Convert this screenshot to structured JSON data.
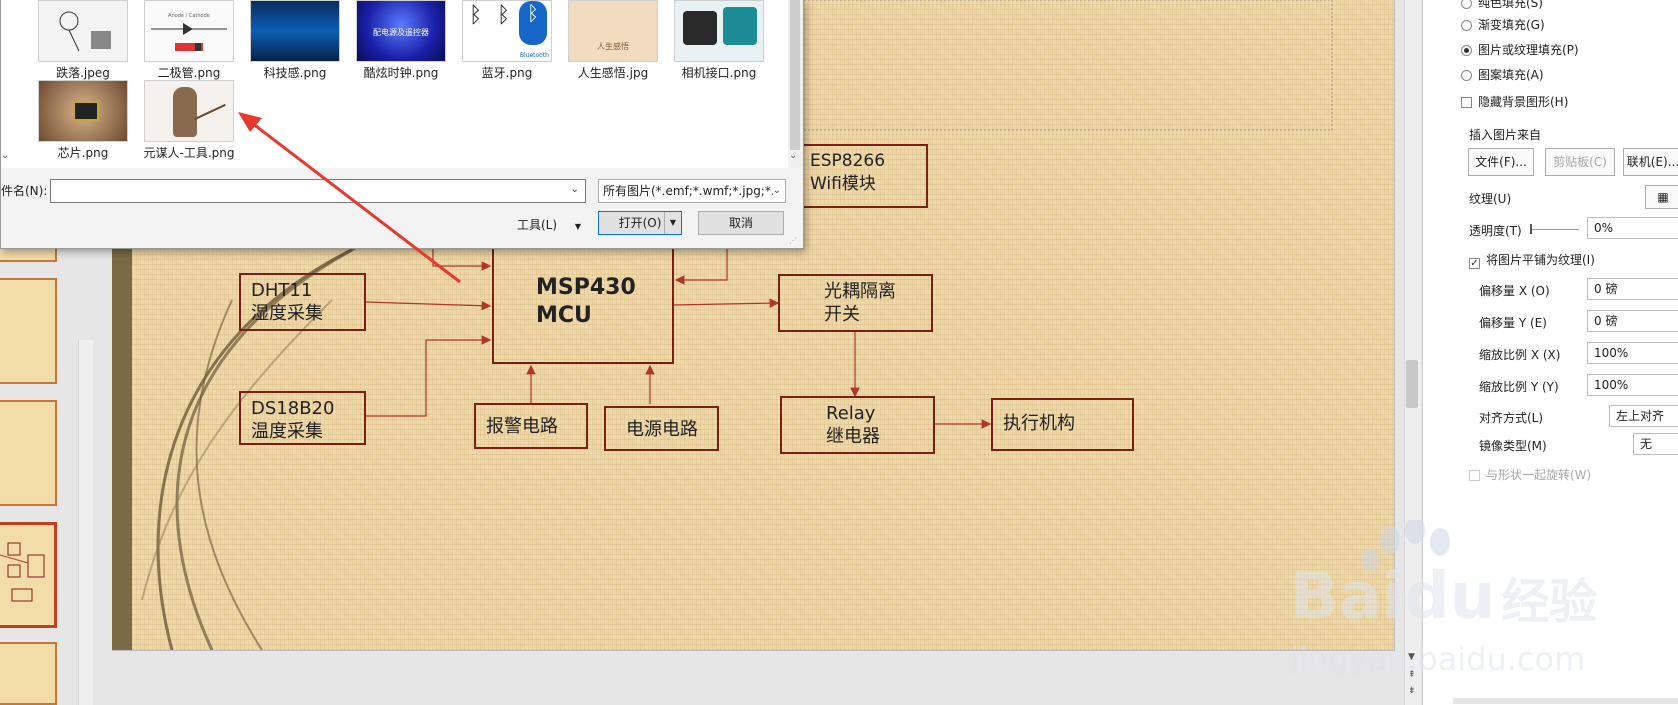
{
  "dialog": {
    "files": [
      {
        "name": "跌落.jpeg"
      },
      {
        "name": "二极管.png",
        "caption_small": "Anode / Cathode"
      },
      {
        "name": "科技感.png"
      },
      {
        "name": "酷炫时钟.png",
        "caption_small": "配电源及遥控器"
      },
      {
        "name": "蓝牙.png",
        "caption_small": "Bluetooth"
      },
      {
        "name": "人生感悟.jpg",
        "caption_small": "人生感悟"
      },
      {
        "name": "相机接口.png"
      },
      {
        "name": "芯片.png"
      },
      {
        "name": "元谋人-工具.png"
      }
    ],
    "filename_label": "件名(N):",
    "filename_value": "",
    "filetype_value": "所有图片(*.emf;*.wmf;*.jpg;*.j",
    "tools_label": "工具(L)",
    "open_label": "打开(O)",
    "cancel_label": "取消"
  },
  "slide": {
    "boxes": {
      "esp": [
        "ESP8266",
        "Wifi模块"
      ],
      "mcu": [
        "MSP430",
        "MCU"
      ],
      "dht": [
        "DHT11",
        "湿度采集"
      ],
      "ds": [
        "DS18B20",
        "温度采集"
      ],
      "opto": [
        "光耦隔离",
        "开关"
      ],
      "relay": [
        "Relay",
        "继电器"
      ],
      "alarm": "报警电路",
      "power": "电源电路",
      "exec": "执行机构"
    }
  },
  "pane": {
    "fill_options": [
      {
        "label": "纯色填充(S)",
        "selected": false
      },
      {
        "label": "渐变填充(G)",
        "selected": false
      },
      {
        "label": "图片或纹理填充(P)",
        "selected": true
      },
      {
        "label": "图案填充(A)",
        "selected": false
      }
    ],
    "hide_bg_label": "隐藏背景图形(H)",
    "insert_from_label": "插入图片来自",
    "file_btn": "文件(F)...",
    "clipboard_btn": "剪贴板(C)",
    "online_btn": "联机(E)...",
    "texture_label": "纹理(U)",
    "transparency_label": "透明度(T)",
    "transparency_value": "0%",
    "tile_label": "将图片平铺为纹理(I)",
    "offset_x_label": "偏移量 X (O)",
    "offset_x_value": "0 磅",
    "offset_y_label": "偏移量 Y (E)",
    "offset_y_value": "0 磅",
    "scale_x_label": "缩放比例 X (X)",
    "scale_x_value": "100%",
    "scale_y_label": "缩放比例 Y (Y)",
    "scale_y_value": "100%",
    "align_label": "对齐方式(L)",
    "align_value": "左上对齐",
    "mirror_label": "镜像类型(M)",
    "mirror_value": "无",
    "rotate_label": "与形状一起旋转(W)"
  },
  "watermark": {
    "brand": "Bai",
    "brand2": "du",
    "cn": "经验",
    "url": "jingyan.baidu.com"
  },
  "colors": {
    "accent_red": "#e8392e",
    "box_border": "#7a1f16"
  }
}
